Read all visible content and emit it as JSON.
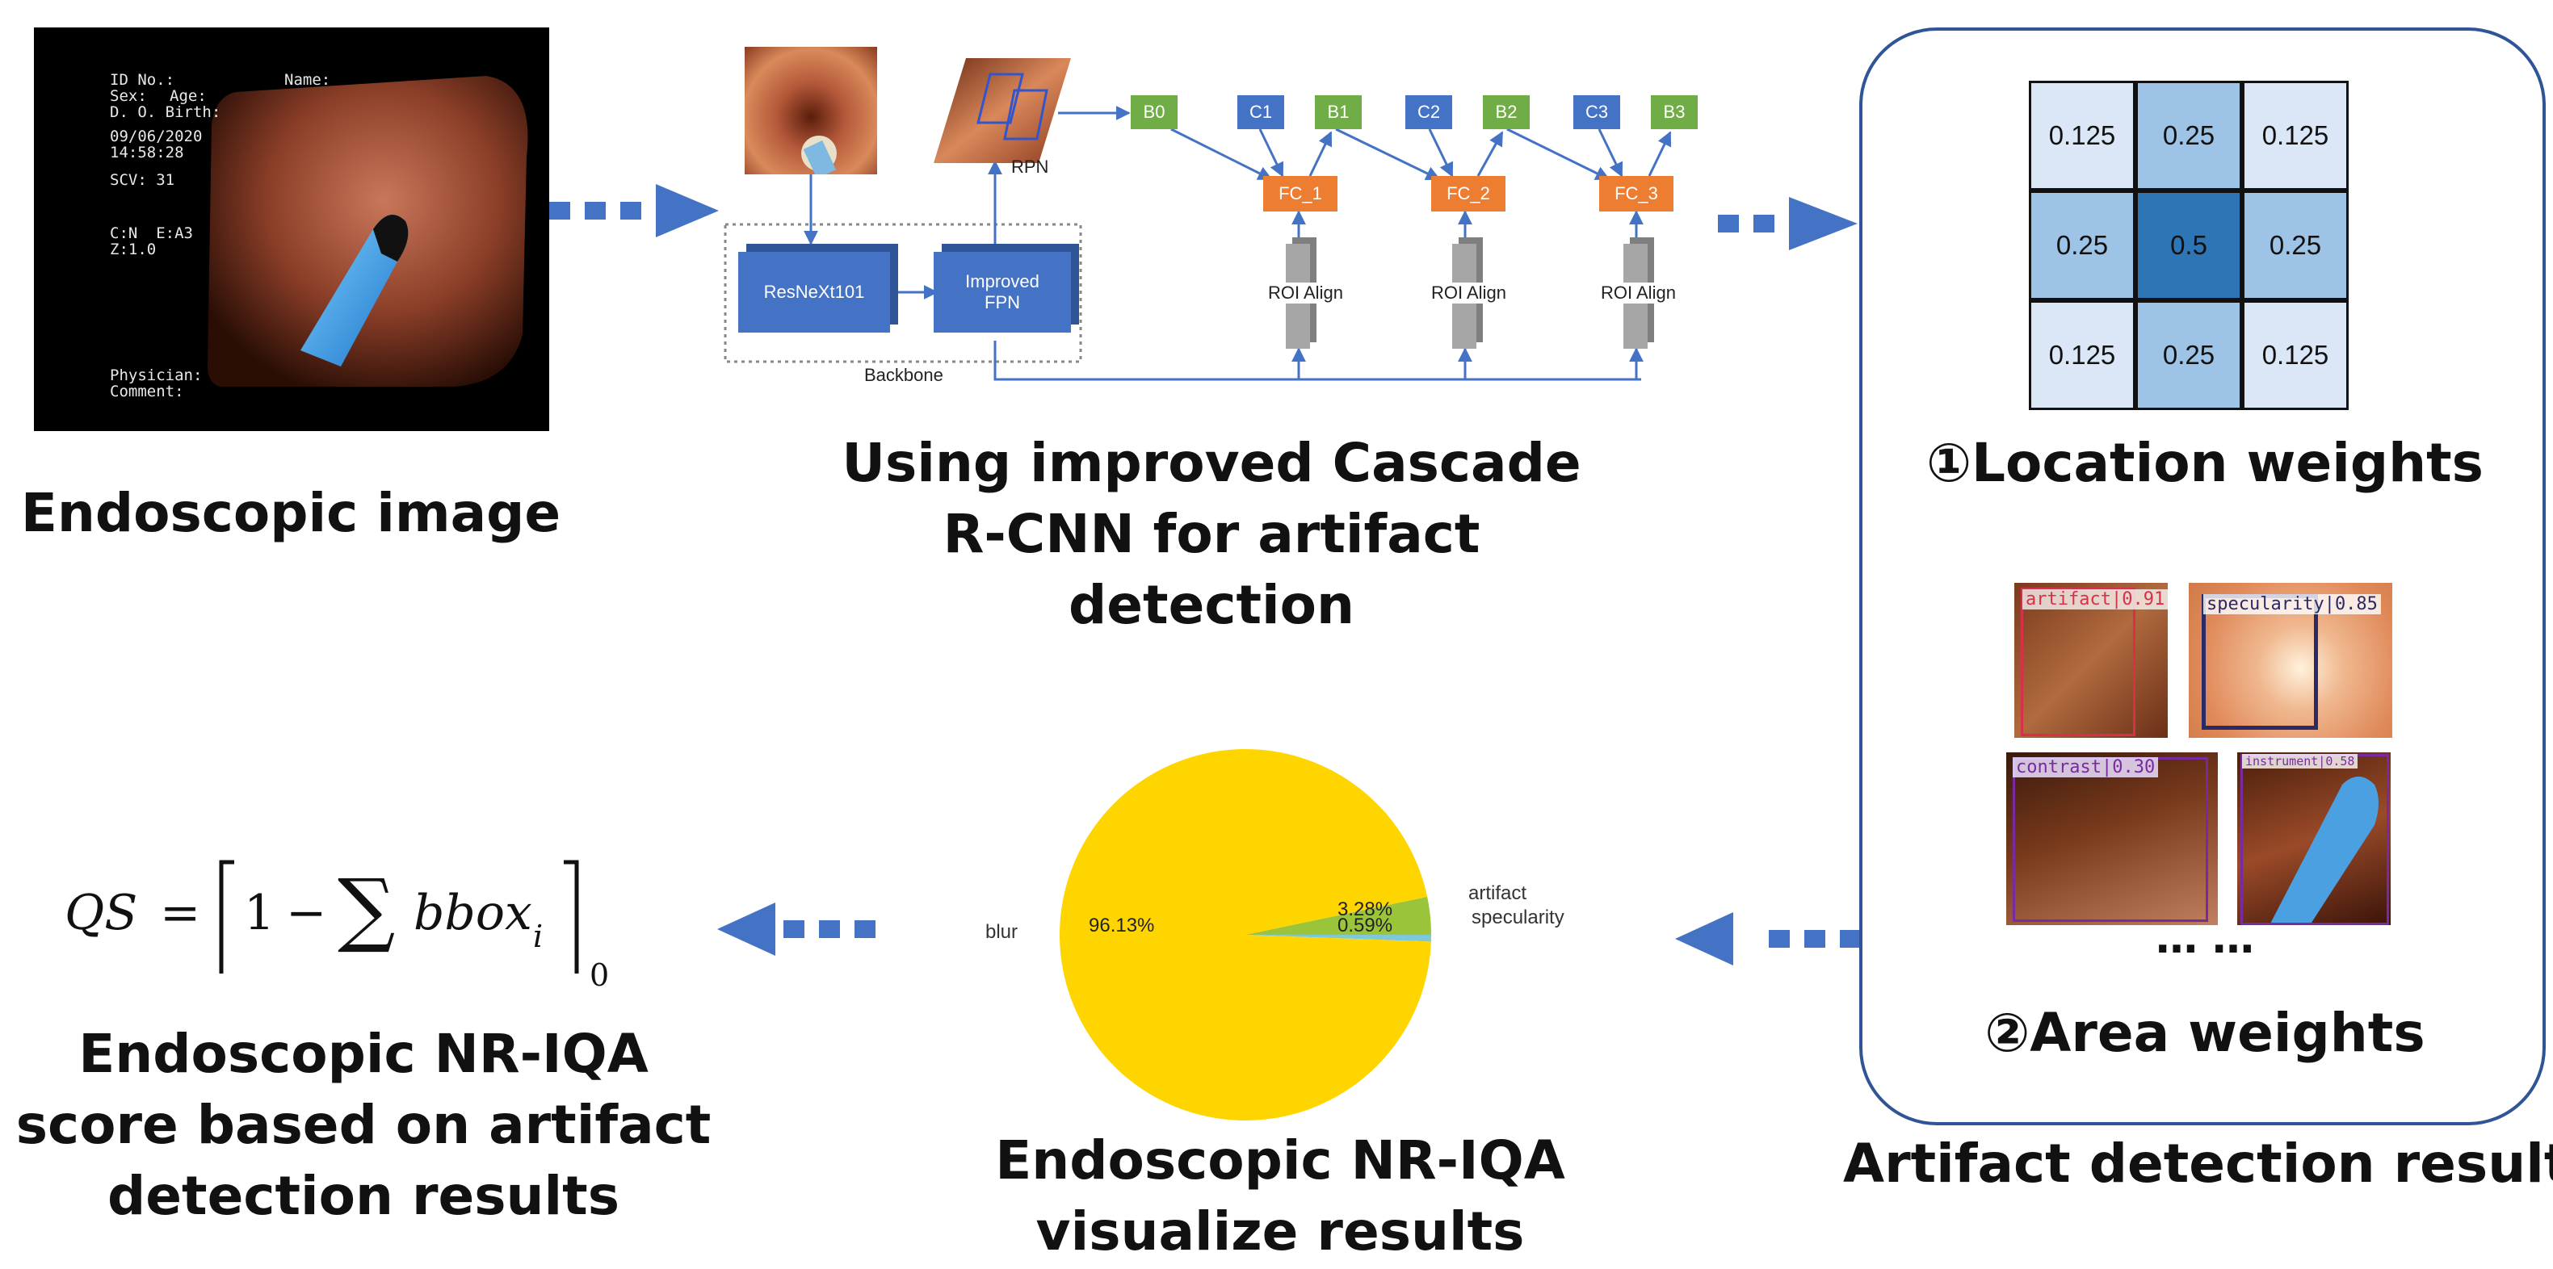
{
  "endoscopic_image": {
    "caption": "Endoscopic image",
    "overlay": {
      "id_no": "ID No.:",
      "name": "Name:",
      "sex": "Sex:",
      "age": "Age:",
      "dob": "D. O. Birth:",
      "date": "09/06/2020",
      "time": "14:58:28",
      "scv": "SCV: 31",
      "cn": "C:N  E:A3",
      "zoom": "Z:1.0",
      "physician": "Physician:",
      "comment": "Comment:"
    }
  },
  "network": {
    "caption": "Using improved Cascade R-CNN for artifact detection",
    "backbone_label": "Backbone",
    "resnext": "ResNeXt101",
    "fpn_line1": "Improved",
    "fpn_line2": "FPN",
    "rpn": "RPN",
    "b_nodes": [
      "B0",
      "B1",
      "B2",
      "B3"
    ],
    "c_nodes": [
      "C1",
      "C2",
      "C3"
    ],
    "fc_nodes": [
      "FC_1",
      "FC_2",
      "FC_3"
    ],
    "roi_label": "ROI Align"
  },
  "results_panel": {
    "caption": "Artifact detection results",
    "location_weights": {
      "label": "①Location weights",
      "grid": [
        [
          "0.125",
          "0.25",
          "0.125"
        ],
        [
          "0.25",
          "0.5",
          "0.25"
        ],
        [
          "0.125",
          "0.25",
          "0.125"
        ]
      ]
    },
    "area_weights": {
      "label": "②Area weights",
      "detections": [
        {
          "label": "artifact|0.91",
          "color": "#d9304a"
        },
        {
          "label": "specularity|0.85",
          "color": "#2a2a66"
        },
        {
          "label": "contrast|0.30",
          "color": "#7a2aa0"
        },
        {
          "label": "instrument|0.58",
          "color": "#7a2aa0"
        }
      ],
      "ellipsis": "… …"
    }
  },
  "visualization": {
    "caption": "Endoscopic NR-IQA visualize results",
    "chart_data": {
      "type": "pie",
      "categories": [
        "blur",
        "artifact",
        "specularity"
      ],
      "values": [
        96.13,
        3.28,
        0.59
      ],
      "value_labels": [
        "96.13%",
        "3.28%",
        "0.59%"
      ],
      "colors": [
        "#ffd500",
        "#9ac43a",
        "#7fc8d8"
      ]
    }
  },
  "score": {
    "caption": "Endoscopic NR-IQA score based on artifact detection results",
    "formula_lhs": "QS",
    "formula_eq": "=",
    "formula_one": "1",
    "formula_minus": "−",
    "formula_sum": "∑",
    "formula_term": "bbox",
    "formula_sub": "i",
    "formula_floor_sub": "0"
  },
  "colors": {
    "arrow": "#4472c4",
    "node_blue": "#4472c4",
    "node_green": "#70ad47",
    "node_orange": "#ed7d31",
    "panel_border": "#2f5597"
  }
}
